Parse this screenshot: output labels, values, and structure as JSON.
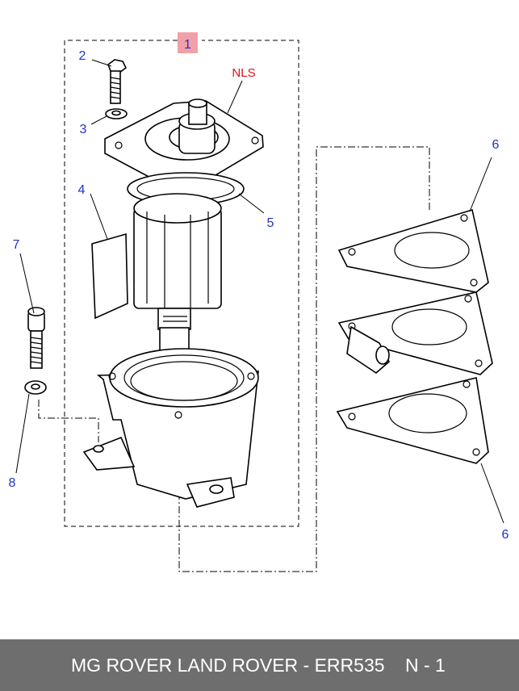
{
  "callouts": {
    "c1": "1",
    "c2": "2",
    "c3": "3",
    "c4": "4",
    "c5": "5",
    "c6_top": "6",
    "c6_bottom": "6",
    "c7": "7",
    "c8": "8",
    "nls": "NLS"
  },
  "colors": {
    "callout_blue": "#1f33c4",
    "nls_red": "#e0101a",
    "badge_bg": "#f2a0a8",
    "footer_bg": "#6e6e6e"
  },
  "footer": {
    "title": "MG ROVER LAND ROVER - ERR535",
    "page": "N - 1"
  }
}
